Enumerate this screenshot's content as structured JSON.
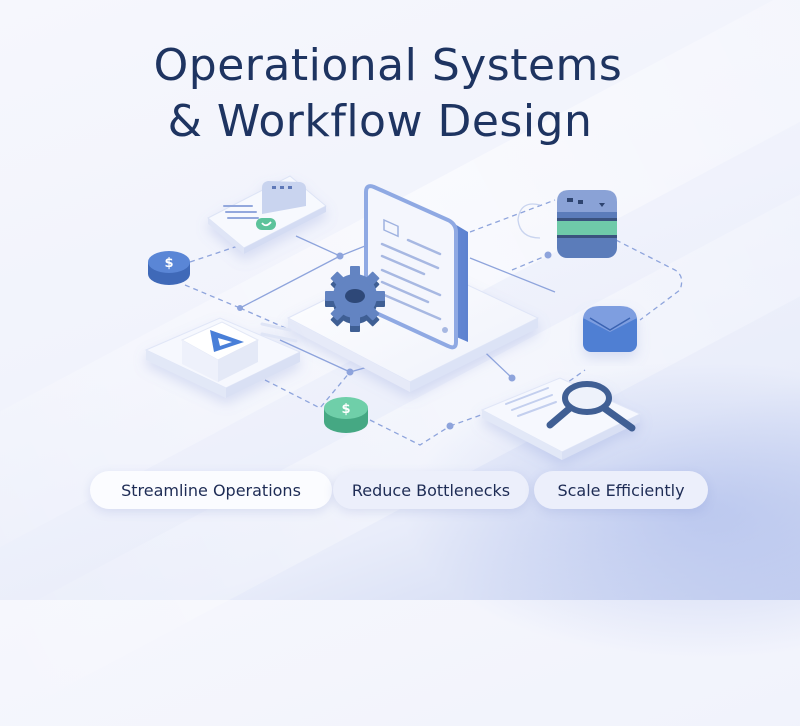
{
  "title": {
    "line1": "Operational Systems",
    "line2": "& Workflow Design"
  },
  "pills": [
    {
      "label": "Streamline Operations",
      "active": true
    },
    {
      "label": "Reduce Bottlenecks",
      "active": false
    },
    {
      "label": "Scale Efficiently",
      "active": false
    }
  ],
  "illustration": {
    "central": "document-icon",
    "gear": "gear-icon",
    "nodes": [
      {
        "icon": "dollar-coin-icon",
        "symbol": "$",
        "color": "#4f7fd3"
      },
      {
        "icon": "dollar-coin-icon",
        "symbol": "$",
        "color": "#5cc39b"
      },
      {
        "icon": "checklist-card-icon",
        "check_color": "#5cc39b"
      },
      {
        "icon": "play-button-icon",
        "color": "#4a7fd8"
      },
      {
        "icon": "database-icon",
        "colors": [
          "#6f8fcf",
          "#6fcaa9"
        ]
      },
      {
        "icon": "mail-cube-icon",
        "color": "#4f7fd3"
      },
      {
        "icon": "magnifier-icon",
        "color": "#3f5f94"
      }
    ]
  },
  "colors": {
    "title": "#1e3461",
    "accent_blue": "#4f7fd3",
    "accent_green": "#5cc39b",
    "line": "#8ea4dc"
  }
}
